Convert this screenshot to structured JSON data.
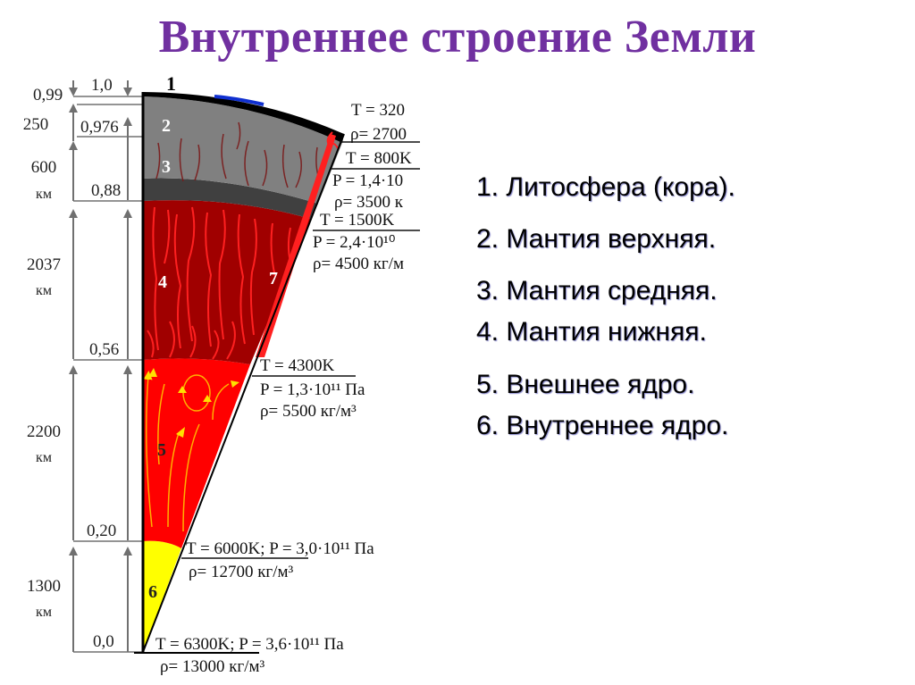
{
  "title": "Внутреннее строение Земли",
  "legend": {
    "items": [
      {
        "label": "1. Литосфера (кора)."
      },
      {
        "label": "2. Мантия верхняя."
      },
      {
        "label": "3. Мантия средняя."
      },
      {
        "label": "4. Мантия нижняя."
      },
      {
        "label": "5. Внешнее ядро."
      },
      {
        "label": "6. Внутреннее ядро."
      }
    ]
  },
  "diagram": {
    "layer_numbers": [
      "1",
      "2",
      "3",
      "4",
      "5",
      "6",
      "7"
    ],
    "thickness_scale": [
      {
        "value": "250",
        "unit": ""
      },
      {
        "value": "600",
        "unit": "км"
      },
      {
        "value": "2037",
        "unit": "км"
      },
      {
        "value": "2200",
        "unit": "км"
      },
      {
        "value": "1300",
        "unit": "км"
      }
    ],
    "relative_radius_scale": [
      "1,0",
      "0,99",
      "0,976",
      "0,88",
      "0,56",
      "0,20",
      "0,0"
    ],
    "boundaries": [
      {
        "T": "T = 320",
        "P": "",
        "rho": "ρ= 2700"
      },
      {
        "T": "T = 800K",
        "P": "P = 1,4·10",
        "rho": "ρ= 3500 к"
      },
      {
        "T": "T = 1500K",
        "P": "P = 2,4·10¹⁰ ",
        "rho": "ρ= 4500 кг/м"
      },
      {
        "T": "T = 4300K",
        "P": "P = 1,3·10¹¹ Па",
        "rho": "ρ= 5500 кг/м³"
      },
      {
        "T": "T = 6000K; P = 3,0·10¹¹ Па",
        "P": "",
        "rho": "ρ= 12700 кг/м³"
      },
      {
        "T": "T = 6300K; P = 3,6·10¹¹ Па",
        "P": "",
        "rho": "ρ= 13000 кг/м³"
      }
    ],
    "colors": {
      "title": "#7030a0",
      "crust": "#000000",
      "upper_mantle": "#808080",
      "middle_mantle_band": "#404040",
      "lower_mantle": "#a00000",
      "outer_core": "#ff0000",
      "inner_core": "#ffff00",
      "plume": "#ff1010",
      "ocean": "#1030d0",
      "scale_lines": "#707070"
    }
  }
}
